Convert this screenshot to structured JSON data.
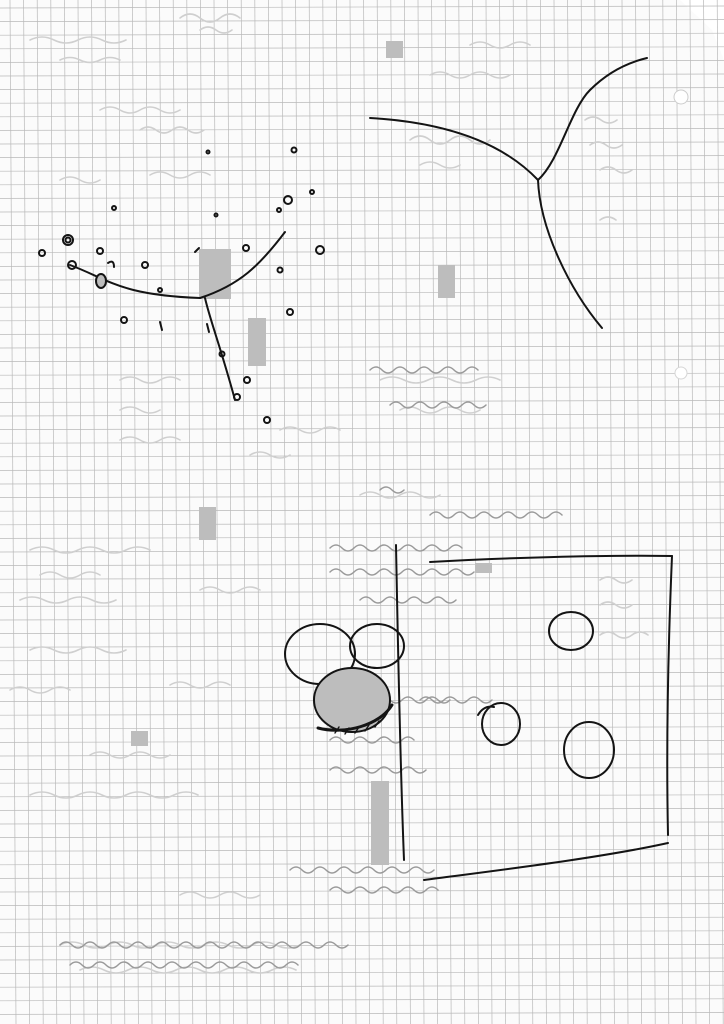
{
  "page": {
    "paper_color": "#fbfbfb",
    "grid_color": "#b9b9b9",
    "ink_color": "#141414",
    "bleed_color": "#cfcfcf",
    "fill_color": "#bdbdbd",
    "cell_size": 13.6,
    "orientation": "portrait"
  },
  "drawings": [
    {
      "name": "scattered-dots-branching-sketch",
      "kind": "branch-with-particles"
    },
    {
      "name": "trifurcation-sketch",
      "kind": "junction-curves"
    },
    {
      "name": "overlapping-ellipses-sketch",
      "kind": "overlapping-circles"
    },
    {
      "name": "framed-circles-sketch",
      "kind": "box-with-circles"
    }
  ],
  "text_lines": []
}
